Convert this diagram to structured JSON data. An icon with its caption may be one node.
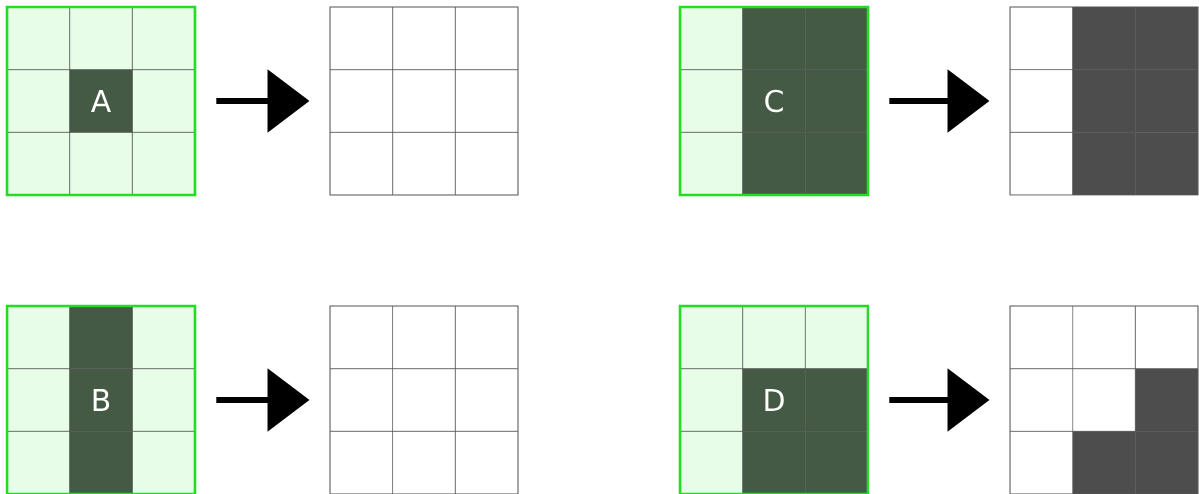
{
  "diagram": {
    "nodes": [
      {
        "text": [
          "A"
        ]
      },
      {
        "text": [],
        "shape": "box"
      },
      {
        "text": [
          "C"
        ]
      },
      {
        "text": [],
        "shape": "box"
      },
      {
        "text": [
          "B"
        ]
      },
      {
        "text": [],
        "shape": "box"
      },
      {
        "text": [
          "D"
        ]
      },
      {
        "text": [],
        "shape": "box"
      }
    ],
    "edges": [
      {
        "from": 0,
        "to": 1,
        "arrow": "to"
      },
      {
        "from": 2,
        "to": 3,
        "arrow": "to"
      },
      {
        "from": 4,
        "to": 5,
        "arrow": "to"
      },
      {
        "from": 6,
        "to": 7,
        "arrow": "to"
      }
    ]
  }
}
